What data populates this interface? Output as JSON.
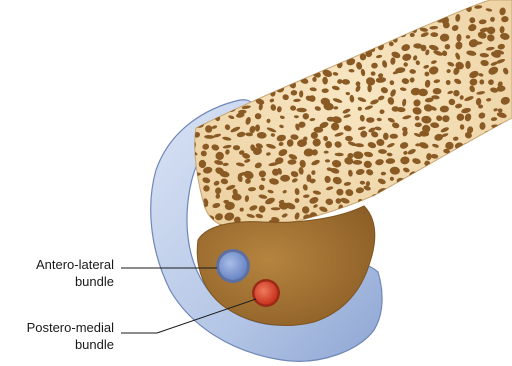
{
  "labels": {
    "antero_lateral": {
      "line1": "Antero-lateral",
      "line2": "bundle"
    },
    "postero_medial": {
      "line1": "Postero-medial",
      "line2": "bundle"
    }
  },
  "colors": {
    "bone": "#f3dcb0",
    "bone_outline": "#c9a775",
    "pores": "#8a5a25",
    "footprint": "#a67431",
    "footprint_dark": "#7f5420",
    "cartilage": "#b7c8e8",
    "cartilage_edge": "#6f86b8",
    "antero_lateral_bundle": "#7f9bd3",
    "postero_medial_bundle": "#d8442c",
    "leader_line": "#1a1a1a"
  }
}
